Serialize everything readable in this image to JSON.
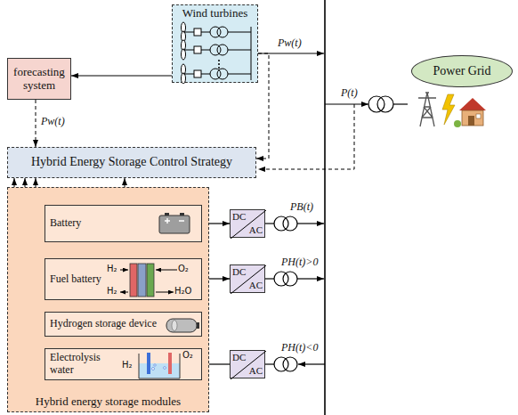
{
  "diagram": {
    "nodes": [
      {
        "text": [
          "Wind turbines"
        ]
      },
      {
        "text": [
          "forecasting system"
        ]
      },
      {
        "text": [
          "Hybrid Energy Storage Control Strategy"
        ]
      },
      {
        "text": [
          "Hybrid energy storage modules"
        ]
      },
      {
        "text": [
          "Battery"
        ],
        "in": 3
      },
      {
        "text": [
          "Fuel battery"
        ],
        "in": 3
      },
      {
        "text": [
          "Hydrogen storage device"
        ],
        "in": 3
      },
      {
        "text": [
          "Electrolysis water"
        ],
        "in": 3
      },
      {
        "text": [
          "DC",
          "AC"
        ]
      },
      {
        "text": [
          "DC",
          "AC"
        ]
      },
      {
        "text": [
          "DC",
          "AC"
        ]
      },
      {
        "text": [
          "Power Grid"
        ]
      }
    ],
    "edges": [
      {
        "from": 0,
        "to": 1,
        "arrow": "to"
      },
      {
        "from": 1,
        "to": 2,
        "arrow": "to",
        "label": "Pw(t)"
      },
      {
        "from": 0,
        "to": 2,
        "arrow": "to"
      },
      {
        "from": 2,
        "to": 4,
        "arrow": "both"
      },
      {
        "from": 2,
        "to": 5,
        "arrow": "both"
      },
      {
        "from": 2,
        "to": 6,
        "arrow": "both"
      },
      {
        "from": 2,
        "to": 7,
        "arrow": "both"
      },
      {
        "from": 4,
        "to": 8,
        "arrow": "both"
      },
      {
        "from": 5,
        "to": 9,
        "arrow": "to"
      },
      {
        "from": 10,
        "to": 7,
        "arrow": "to"
      },
      {
        "from": 7,
        "to": 6,
        "arrow": "to"
      },
      {
        "from": 6,
        "to": 5,
        "arrow": "to"
      }
    ],
    "labels": [
      "Pw(t)",
      "P(t)",
      "PB(t)",
      "PH(t)>0",
      "PH(t)<0",
      "H₂",
      "O₂",
      "H₂",
      "H₂O",
      "H₂",
      "O₂"
    ]
  }
}
